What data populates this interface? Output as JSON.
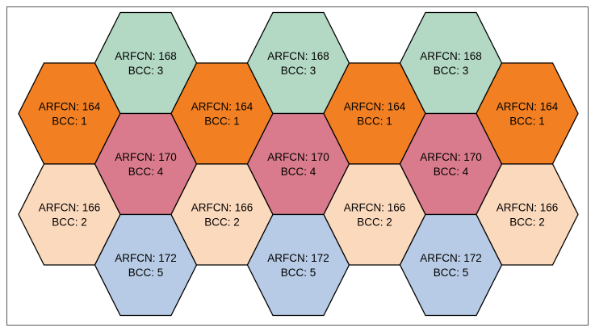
{
  "diagram": {
    "colors": {
      "frame": "#555555",
      "outline": "#000000",
      "164": "#f28023",
      "166": "#fbd9bd",
      "168": "#b3d8c4",
      "170": "#d97b8c",
      "172": "#b7cbe6"
    },
    "cells": [
      {
        "id": "c1",
        "arfcn_text": "ARFCN: 164",
        "bcc_text": "BCC: 1",
        "group": "164"
      },
      {
        "id": "c2",
        "arfcn_text": "ARFCN: 166",
        "bcc_text": "BCC: 2",
        "group": "166"
      },
      {
        "id": "c3",
        "arfcn_text": "ARFCN: 168",
        "bcc_text": "BCC: 3",
        "group": "168"
      },
      {
        "id": "c4",
        "arfcn_text": "ARFCN: 170",
        "bcc_text": "BCC: 4",
        "group": "170"
      },
      {
        "id": "c5",
        "arfcn_text": "ARFCN: 172",
        "bcc_text": "BCC: 5",
        "group": "172"
      },
      {
        "id": "c6",
        "arfcn_text": "ARFCN: 164",
        "bcc_text": "BCC: 1",
        "group": "164"
      },
      {
        "id": "c7",
        "arfcn_text": "ARFCN: 166",
        "bcc_text": "BCC: 2",
        "group": "166"
      },
      {
        "id": "c8",
        "arfcn_text": "ARFCN: 168",
        "bcc_text": "BCC: 3",
        "group": "168"
      },
      {
        "id": "c9",
        "arfcn_text": "ARFCN: 170",
        "bcc_text": "BCC: 4",
        "group": "170"
      },
      {
        "id": "c10",
        "arfcn_text": "ARFCN: 172",
        "bcc_text": "BCC: 5",
        "group": "172"
      },
      {
        "id": "c11",
        "arfcn_text": "ARFCN: 164",
        "bcc_text": "BCC: 1",
        "group": "164"
      },
      {
        "id": "c12",
        "arfcn_text": "ARFCN: 166",
        "bcc_text": "BCC: 2",
        "group": "166"
      },
      {
        "id": "c13",
        "arfcn_text": "ARFCN: 168",
        "bcc_text": "BCC: 3",
        "group": "168"
      },
      {
        "id": "c14",
        "arfcn_text": "ARFCN: 170",
        "bcc_text": "BCC: 4",
        "group": "170"
      },
      {
        "id": "c15",
        "arfcn_text": "ARFCN: 172",
        "bcc_text": "BCC: 5",
        "group": "172"
      },
      {
        "id": "c16",
        "arfcn_text": "ARFCN: 164",
        "bcc_text": "BCC: 1",
        "group": "164"
      },
      {
        "id": "c17",
        "arfcn_text": "ARFCN: 166",
        "bcc_text": "BCC: 2",
        "group": "166"
      }
    ]
  }
}
